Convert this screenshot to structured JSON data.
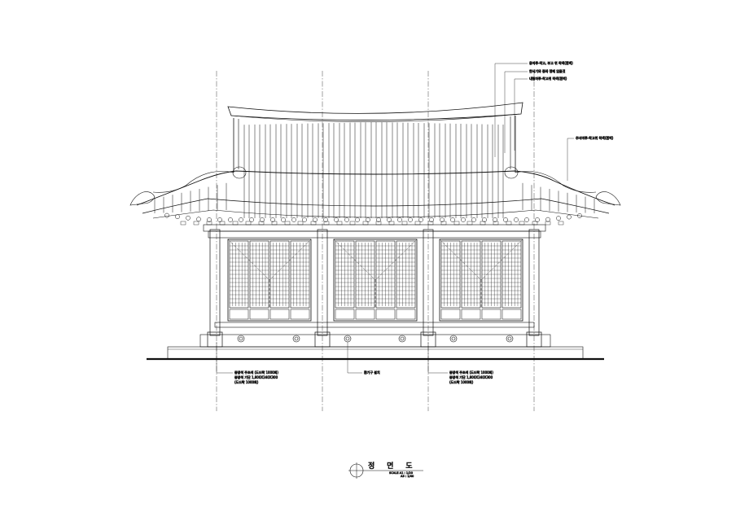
{
  "title": "정 면 도",
  "scale": {
    "line1": "SCALE  A1 : 1/20",
    "line2": "A3 : 1/40"
  },
  "notes": {
    "roof_top_1": "용마루-착고, 부고 위 착색(흰벽)",
    "roof_top_2": "한식기와 중와 명쾌 얹을것",
    "roof_top_3": "내림마루-착고위 착색(흰벽)",
    "roof_side": "추녀마루-착고위 착색(흰벽)",
    "post_left_1": "동양석 주초석 (도드락 1000회)",
    "post_left_2": "동양석 기단 1,800X240X300",
    "post_left_3": "(도드락 1000회)",
    "vent": "환기구 설치",
    "post_right_1": "동양석 주초석 (도드락 1000회)",
    "post_right_2": "동양석 기단 1,800X240X300",
    "post_right_3": "(도드락 1000회)"
  }
}
